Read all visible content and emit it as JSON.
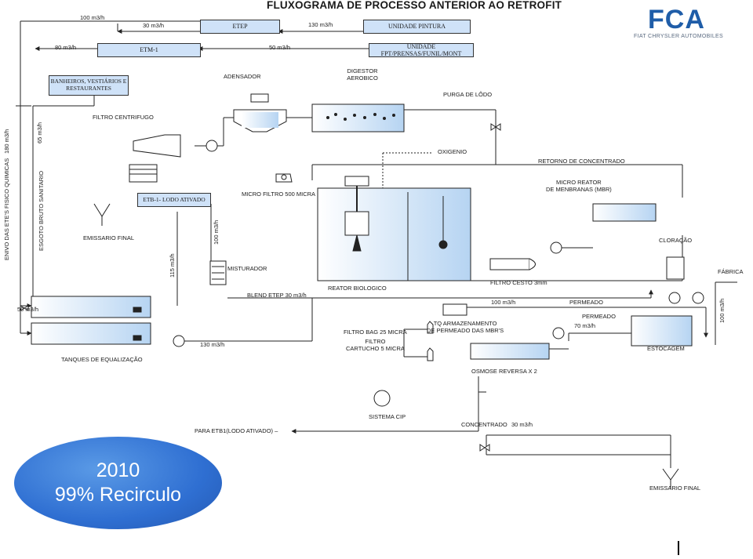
{
  "title": "FLUXOGRAMA DE PROCESSO ANTERIOR AO RETROFIT",
  "logo": {
    "brand": "FCA",
    "subtitle": "FIAT CHRYSLER AUTOMOBILES",
    "color": "#1f5da8"
  },
  "boxes": {
    "etep": "ETEP",
    "unidade_pintura": "UNIDADE PINTURA",
    "etm1": "ETM-1",
    "unidade_fpt": "UNIDADE FPT/PRENSAS/FUNIL/MONT",
    "banheiros": "BANHEIROS, VESTIÁRIOS E RESTAURANTES",
    "etb1": "ETB-1- LODO ATIVADO"
  },
  "labels": {
    "f100_top": "100 m3/h",
    "f30_top": "30 m3/h",
    "f130_top": "130 m3/h",
    "f80": "80 m3/h",
    "f50": "50 m3/h",
    "adensador": "ADENSADOR",
    "digestor": "DIGESTOR AEROBICO",
    "purga": "PURGA  DE  LÔDO",
    "filtro_centrifugo": "FILTRO CENTRIFUGO",
    "oxigenio": "OXIGENIO",
    "retorno": "RETORNO DE CONCENTRADO",
    "micro_reator": "MICRO REATOR\nDE MENBRANAS (MBR)",
    "micro_filtro": "MICRO FILTRO 500 MICRA",
    "emissario_final": "EMISSARIO FINAL",
    "misturador": "MISTURADOR",
    "blend": "BLEND  ETEP 30 m3/h",
    "reator_biologico": "REATOR BIOLOGICO",
    "filtro_cesto": "FILTRO CESTO 3mm",
    "cloracao": "CLORAÇÃO",
    "fabrica": "FÁBRICA",
    "f100_perm": "100  m3/h",
    "permeado1": "PERMEADO",
    "permeado2": "PERMEADO",
    "f70": "70  m3/h",
    "tq_armaz": "TQ ARMAZENAMENTO\nDE PERMEADO DAS MBR'S",
    "filtro_bag": "FILTRO BAG 25 MICRA",
    "filtro_cartucho": "FILTRO\nCARTUCHO 5 MICRA",
    "f130_bottom": "130  m3/h",
    "estocagem": "ESTOCAGEM",
    "tanques": "TANQUES DE EQUALIZAÇÃO",
    "f50_left": "50  m3/h",
    "osmose": "OSMOSE REVERSA X 2",
    "sistema_cip": "SISTEMA CIP",
    "para_etb1": "PARA ETB1(LODO ATIVADO) –",
    "concentrado": "CONCENTRADO",
    "f30_bottom": "30 m3/h",
    "emissario_final2": "EMISSARIO FINAL",
    "v180": "180 m3/h",
    "v65": "65 m3/h",
    "v_envio": "ENIVO DAS  ETE'S FISICO QUIMICAS",
    "v_esgoto": "ESGOTO BRUTO SANITARIO",
    "v115": "115 m3/h",
    "v100a": "100 m3/h",
    "v100b": "100 m3/h"
  },
  "highlight": {
    "line1": "2010",
    "line2": "99% Recirculo"
  }
}
